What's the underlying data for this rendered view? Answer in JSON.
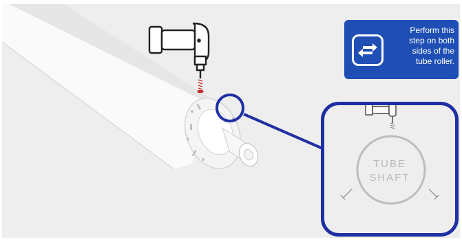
{
  "info_card": {
    "icon": "swap-arrows-icon",
    "lines": [
      "Perform this",
      "step on both",
      "sides of the",
      "tube roller."
    ],
    "background": "#1f4fb5"
  },
  "detail": {
    "shaft_lines": [
      "TUBE",
      "SHAFT"
    ],
    "border_color": "#1f2fa3"
  },
  "icons": [
    "drill-icon",
    "screw-icon"
  ]
}
